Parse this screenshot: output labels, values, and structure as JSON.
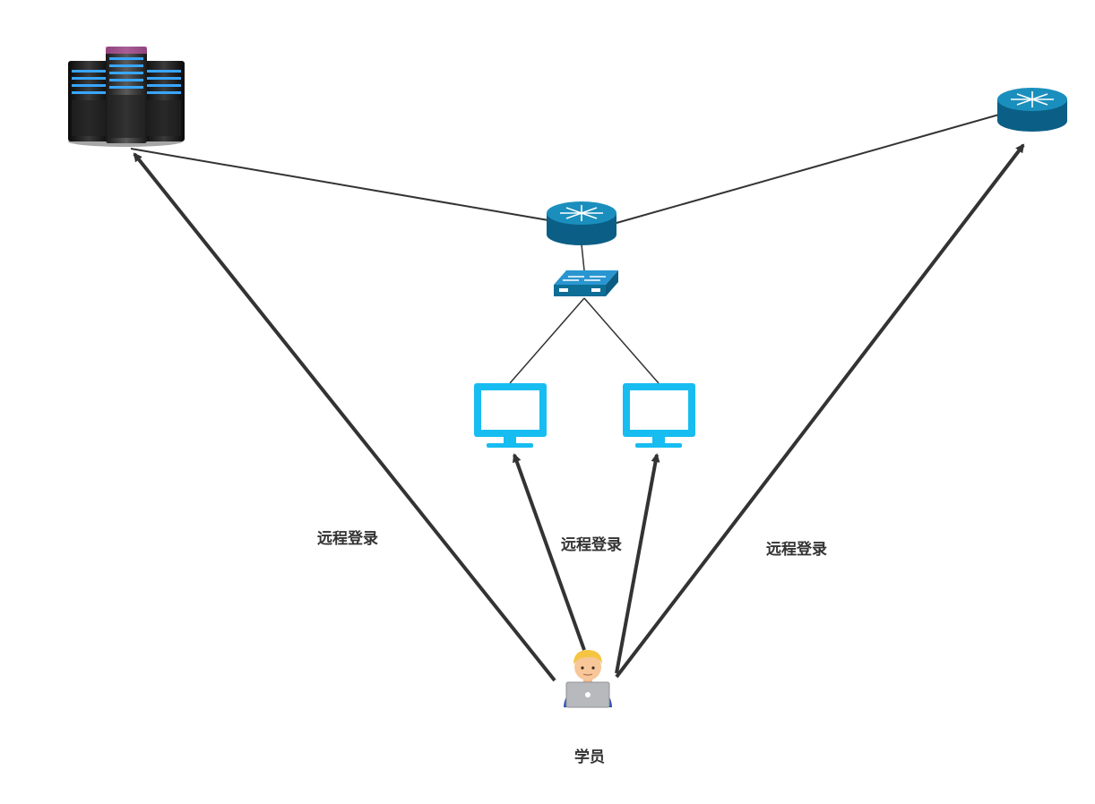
{
  "diagram": {
    "edge_labels": {
      "left": "远程登录",
      "middle": "远程登录",
      "right": "远程登录"
    },
    "student_label": "学员"
  },
  "colors": {
    "line": "#333333",
    "monitor": "#17bdf0",
    "router": "#0d6e96",
    "router_top": "#1a8fbd",
    "switch": "#1a7fb8"
  },
  "icons": {
    "server": "server-rack-icon",
    "router_center": "router-icon",
    "router_right": "router-icon",
    "switch": "switch-icon",
    "monitor_left": "monitor-icon",
    "monitor_right": "monitor-icon",
    "student": "student-laptop-icon"
  }
}
